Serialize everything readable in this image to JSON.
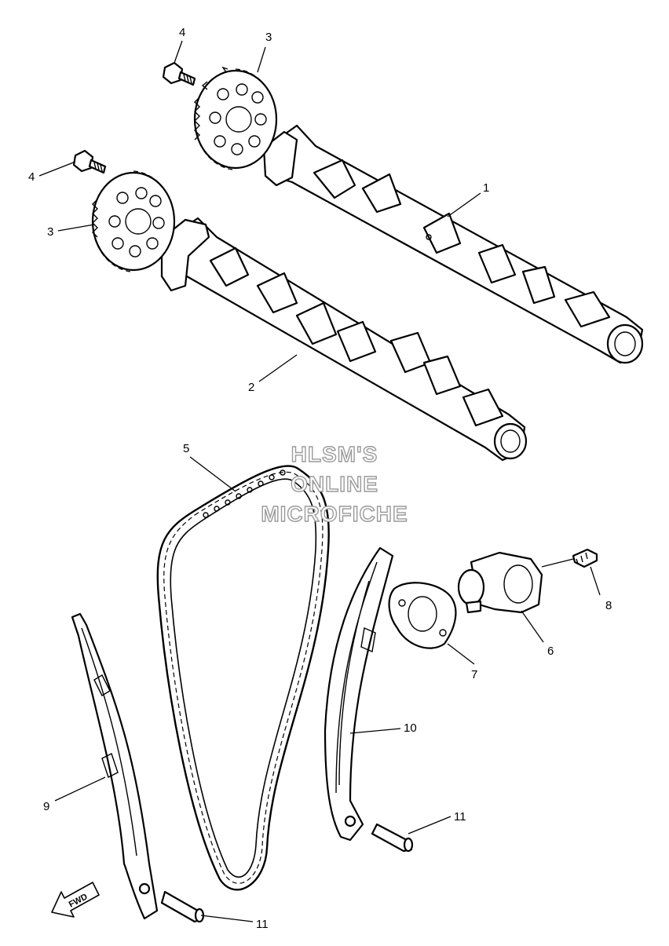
{
  "watermark": {
    "line1": "HLSM'S",
    "line2": "ONLINE",
    "line3": "MICROFICHE"
  },
  "fwd_arrow": "FWD",
  "callouts": {
    "c1": "1",
    "c2": "2",
    "c3a": "3",
    "c3b": "3",
    "c4a": "4",
    "c4b": "4",
    "c5": "5",
    "c6": "6",
    "c7": "7",
    "c8": "8",
    "c9": "9",
    "c10": "10",
    "c11a": "11",
    "c11b": "11"
  }
}
